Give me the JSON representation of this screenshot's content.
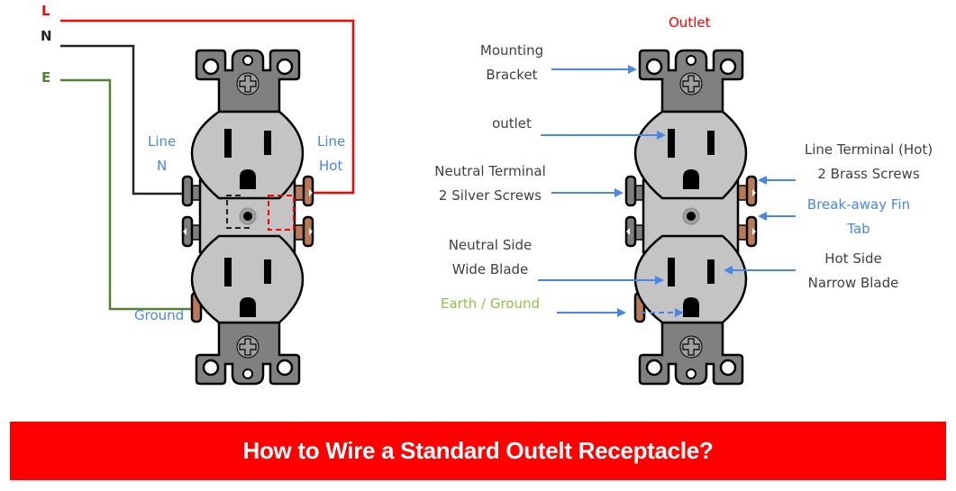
{
  "colors": {
    "live": "#ff0000",
    "neutral": "#222222",
    "earth": "#548235",
    "label_blue": "#4a86e8",
    "label_dark": "#404040",
    "label_green": "#8bc34a",
    "arrow": "#4a86e8",
    "bracket": "#808080",
    "face": "#c4c4c4",
    "silver_screw": "#7f7f7f",
    "brass_screw": "#b97a57",
    "banner_bg": "#ff0000",
    "banner_text": "#ffffff"
  },
  "wiring_diagram": {
    "wire_labels": {
      "live": "L",
      "neutral": "N",
      "earth": "E"
    },
    "terminal_labels": {
      "line_n": [
        "Line",
        "N"
      ],
      "line_hot": [
        "Line",
        "Hot"
      ],
      "ground": "Ground"
    }
  },
  "parts_diagram": {
    "title": "Outlet",
    "labels": {
      "mounting_bracket": [
        "Mounting",
        "Bracket"
      ],
      "outlet": "outlet",
      "neutral_terminal": [
        "Neutral Terminal",
        "2 Silver Screws"
      ],
      "neutral_side": [
        "Neutral Side",
        "Wide Blade"
      ],
      "earth_ground": "Earth / Ground",
      "line_terminal": [
        "Line Terminal (Hot)",
        "2 Brass Screws"
      ],
      "breakaway": [
        "Break-away Fin",
        "Tab"
      ],
      "hot_side": [
        "Hot Side",
        "Narrow Blade"
      ]
    }
  },
  "banner": {
    "title": "How to Wire a Standard Outelt Receptacle?"
  }
}
